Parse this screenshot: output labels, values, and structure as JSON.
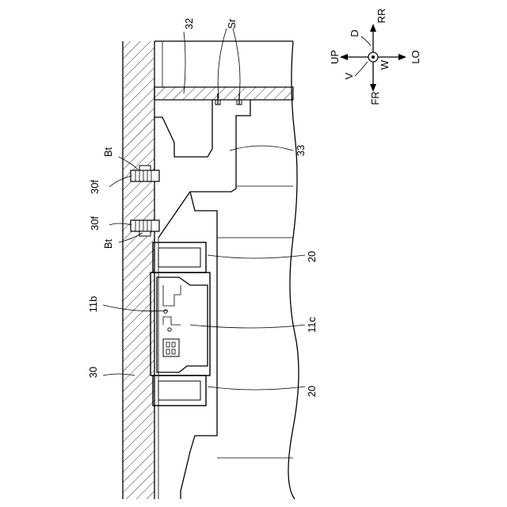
{
  "labels": {
    "bracket": "32",
    "screws": "Sr",
    "part_33": "33",
    "bolt_upper": "Bt",
    "flange_upper": "30f",
    "flange_lower": "30f",
    "bolt_lower": "Bt",
    "part_20_upper": "20",
    "part_11b": "11b",
    "part_11c": "11c",
    "wall_30": "30",
    "part_20_lower": "20"
  },
  "axes": {
    "rr": "RR",
    "d": "D",
    "up": "UP",
    "lo": "LO",
    "v": "V",
    "w": "W",
    "fr": "FR"
  }
}
